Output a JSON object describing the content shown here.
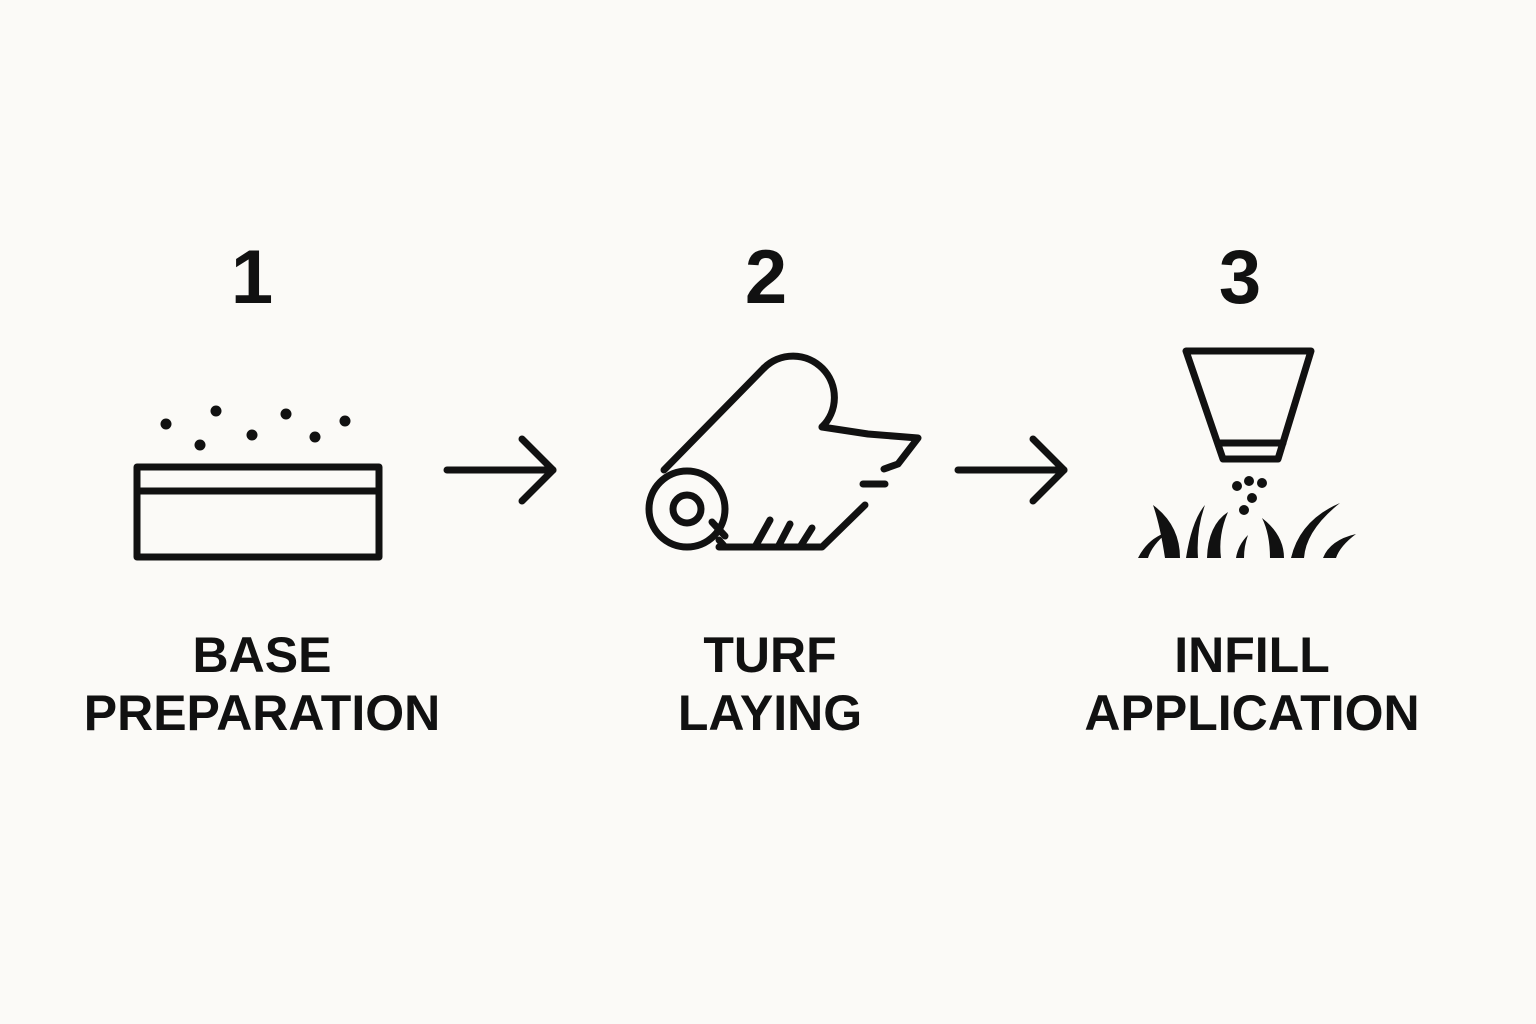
{
  "steps": [
    {
      "number": "1",
      "label_line1": "BASE",
      "label_line2": "PREPARATION",
      "icon": "soil-layer-icon"
    },
    {
      "number": "2",
      "label_line1": "TURF",
      "label_line2": "LAYING",
      "icon": "turf-roll-icon"
    },
    {
      "number": "3",
      "label_line1": "INFILL",
      "label_line2": "APPLICATION",
      "icon": "infill-spreader-icon"
    }
  ],
  "arrows": [
    "arrow-right-icon",
    "arrow-right-icon"
  ],
  "colors": {
    "background": "#fbfaf7",
    "ink": "#111111"
  }
}
